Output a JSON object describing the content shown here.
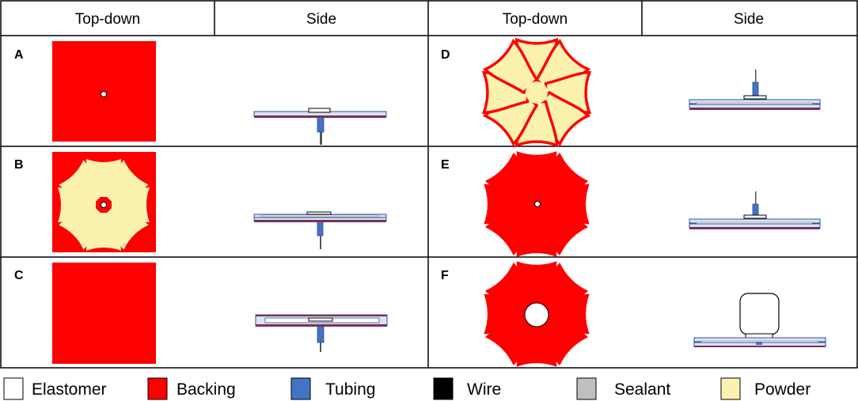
{
  "headers": [
    "Top-down",
    "Side",
    "Top-down",
    "Side"
  ],
  "panels": [
    {
      "letter": "A",
      "top_view": "square backing, center hole",
      "side_view": "single layer, wire down"
    },
    {
      "letter": "B",
      "top_view": "square backing, flower powder",
      "side_view": "double layer, wire down"
    },
    {
      "letter": "C",
      "top_view": "square backing",
      "side_view": "double layer sealed, wire down"
    },
    {
      "letter": "D",
      "top_view": "flower powder outlined red",
      "side_view": "double layer, tubing up"
    },
    {
      "letter": "E",
      "top_view": "red flower, center hole",
      "side_view": "double layer, tubing up"
    },
    {
      "letter": "F",
      "top_view": "red flower, large center hole",
      "side_view": "double layer with balloon"
    }
  ],
  "legend": [
    {
      "label": "Elastomer",
      "color": "#ffffff"
    },
    {
      "label": "Backing",
      "color": "#ff0000"
    },
    {
      "label": "Tubing",
      "color": "#4472c4"
    },
    {
      "label": "Wire",
      "color": "#000000"
    },
    {
      "label": "Sealant",
      "color": "#bfbfbf"
    },
    {
      "label": "Powder",
      "color": "#fbf2b0"
    }
  ],
  "colors": {
    "backing": "#ff0000",
    "powder": "#fbf2b0",
    "tubing": "#4472c4",
    "wire": "#000000",
    "sealant": "#bfbfbf",
    "elastomer": "#ffffff",
    "laminate_bottom": "#7b2f5b"
  }
}
